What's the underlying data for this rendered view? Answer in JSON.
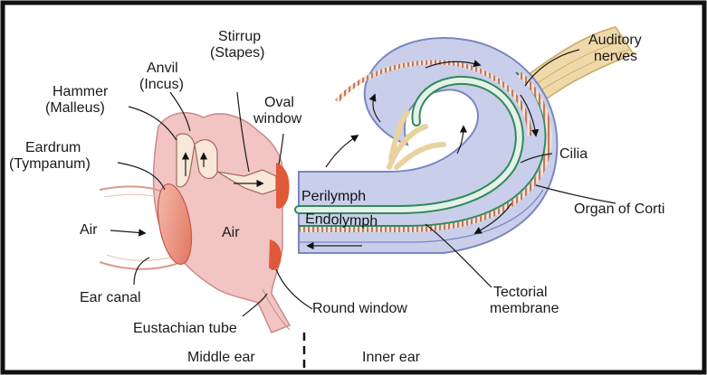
{
  "labels": {
    "auditory_nerves_1": "Auditory",
    "auditory_nerves_2": "nerves",
    "anvil_1": "Anvil",
    "anvil_2": "(Incus)",
    "stirrup_1": "Stirrup",
    "stirrup_2": "(Stapes)",
    "hammer_1": "Hammer",
    "hammer_2": "(Malleus)",
    "oval_window_1": "Oval",
    "oval_window_2": "window",
    "eardrum_1": "Eardrum",
    "eardrum_2": "(Tympanum)",
    "cilia": "Cilia",
    "perilymph": "Perilymph",
    "endolymph": "Endolymph",
    "organ_of_corti": "Organ of Corti",
    "air_outer": "Air",
    "air_middle": "Air",
    "ear_canal": "Ear canal",
    "tectorial_1": "Tectorial",
    "tectorial_2": "membrane",
    "round_window": "Round window",
    "eustachian_tube": "Eustachian tube",
    "middle_ear": "Middle ear",
    "inner_ear": "Inner ear"
  },
  "colors": {
    "frame": "#111111",
    "bone_pink": "#f2c4c4",
    "bone_stroke": "#c98a8a",
    "cochlea_fill": "#c9cfea",
    "cochlea_stroke": "#7a86bf",
    "duct_green": "#2f8a5a",
    "membrane_fill": "#e6f1ea",
    "corti_fill": "#d9a38f",
    "window_red": "#e05a3a",
    "nerve_fill": "#efd9a8",
    "nerve_stroke": "#c8a865",
    "eardrum_fill": "#f0a090"
  }
}
